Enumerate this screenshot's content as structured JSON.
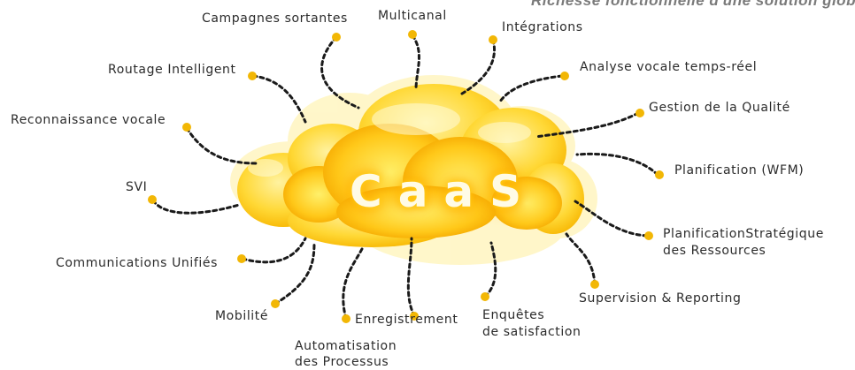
{
  "header": {
    "title": "Richesse fonctionnelle d'une solution globale"
  },
  "center": {
    "label": "CaaS"
  },
  "features": [
    "Campagnes sortantes",
    "Multicanal",
    "Intégrations",
    "Analyse vocale temps-réel",
    "Gestion de la Qualité",
    "Routage Intelligent",
    "Reconnaissance vocale",
    "Planification (WFM)",
    "SVI",
    "PlanificationStratégique",
    "des Ressources",
    "Communications Unifiés",
    "Supervision & Reporting",
    "Mobilité",
    "Enregistrement",
    "Enquêtes",
    "de satisfaction",
    "Automatisation",
    "des Processus"
  ],
  "colors": {
    "dot": "#f2b705",
    "connector": "#1a1a1a",
    "cloud_light": "#fff3b0",
    "cloud_mid": "#ffd84a",
    "cloud_dark": "#f7b500",
    "label_text": "#2b2b2b"
  }
}
